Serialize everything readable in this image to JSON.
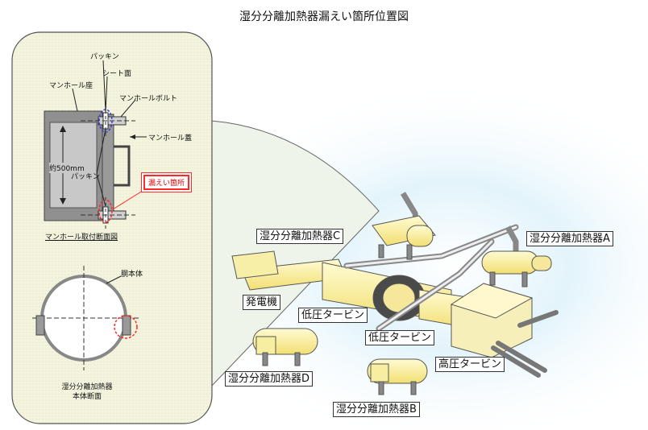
{
  "title": "湿分分離加熱器漏えい箇所位置図",
  "detail_panel": {
    "labels": {
      "packing_top": "パッキン",
      "sheet_face": "シート面",
      "manhole_seat": "マンホール座",
      "manhole_bolt": "マンホールボルト",
      "manhole_cover": "マンホール蓋",
      "dimension": "約500mm",
      "packing_mid": "パッキン",
      "leak_location": "漏えい箇所",
      "section_caption": "マンホール取付断面図",
      "shell_body": "胴本体",
      "body_caption_line1": "湿分分離加熱器",
      "body_caption_line2": "本体断面"
    }
  },
  "plant": {
    "labels": {
      "msr_c": "湿分分離加熱器C",
      "msr_a": "湿分分離加熱器A",
      "generator": "発電機",
      "lp_turbine_1": "低圧タービン",
      "lp_turbine_2": "低圧タービン",
      "msr_d": "湿分分離加熱器D",
      "hp_turbine": "高圧タービン",
      "msr_b": "湿分分離加熱器B"
    }
  },
  "colors": {
    "panel_fill": "#f3f3de",
    "equipment_yellow": "#fff3a8",
    "equipment_outline": "#555555",
    "leak_red": "#ff2a2a",
    "halo_blue": "#bfe6f7",
    "manhole_gray": "#8d8d8d"
  }
}
